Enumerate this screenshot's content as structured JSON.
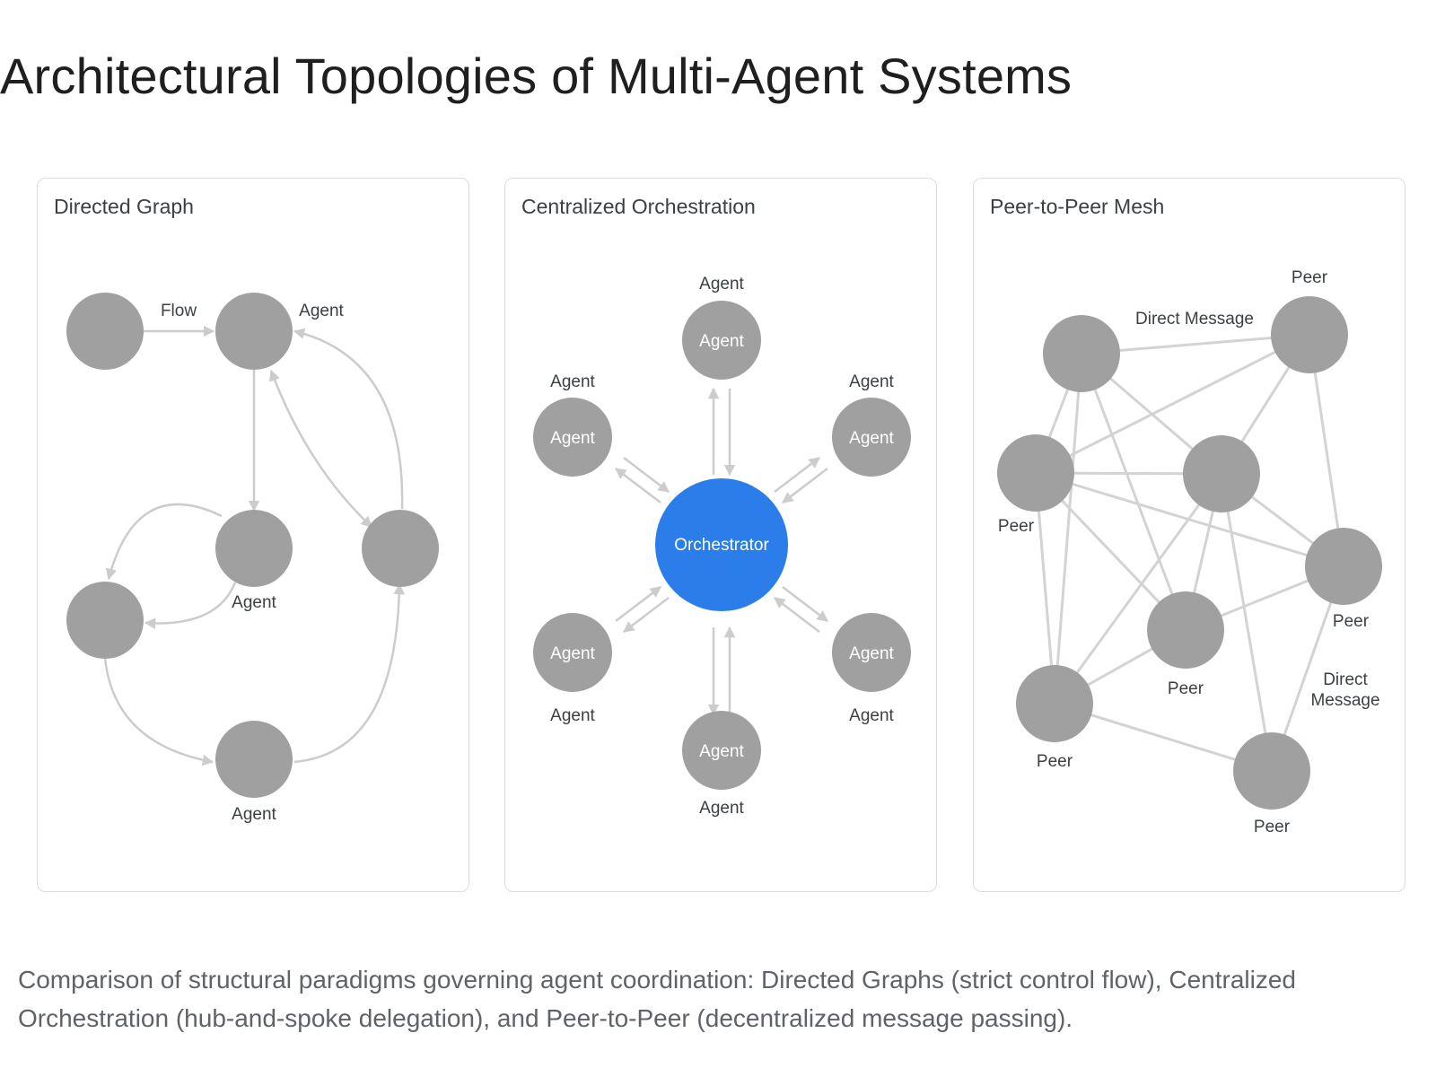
{
  "title": "Architectural Topologies of Multi-Agent Systems",
  "panels": [
    {
      "title": "Directed Graph",
      "labels": {
        "flow": "Flow",
        "top_agent": "Agent",
        "mid_agent": "Agent",
        "bottom_agent": "Agent"
      }
    },
    {
      "title": "Centralized Orchestration",
      "center": "Orchestrator",
      "agent_inner": [
        "Agent",
        "Agent",
        "Agent",
        "Agent",
        "Agent",
        "Agent"
      ],
      "agent_outer": [
        "Agent",
        "Agent",
        "Agent",
        "Agent",
        "Agent",
        "Agent"
      ]
    },
    {
      "title": "Peer-to-Peer Mesh",
      "peer_labels": [
        "Peer",
        "Peer",
        "Peer",
        "Peer",
        "Peer",
        "Peer"
      ],
      "direct_message_top": "Direct Message",
      "direct_message_right": [
        "Direct",
        "Message"
      ]
    }
  ],
  "caption": "Comparison of structural paradigms governing agent coordination: Directed Graphs (strict control flow), Centralized Orchestration (hub-and-spoke delegation), and Peer-to-Peer (decentralized message passing).",
  "colors": {
    "node": "#a0a0a0",
    "orchestrator": "#2b7de9",
    "edge": "#cccccc"
  }
}
